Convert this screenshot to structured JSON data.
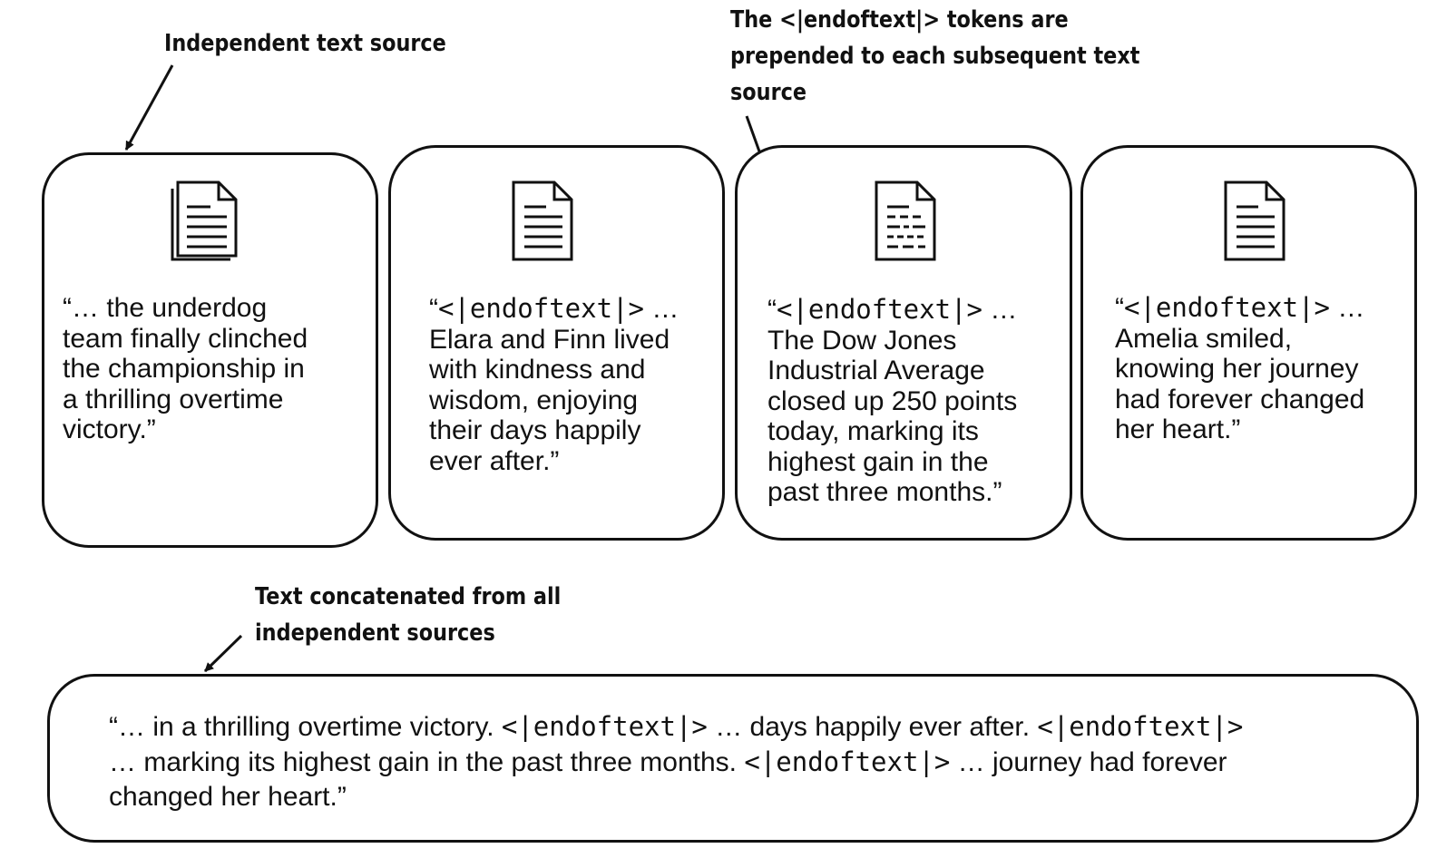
{
  "annotations": {
    "independent_source": "Independent text source",
    "eot_prepended": [
      "The <|endoftext|> tokens are",
      "prepended to each subsequent text",
      "source"
    ],
    "concatenated": [
      "Text concatenated from all",
      "independent sources"
    ]
  },
  "cards": [
    {
      "icon": "stacked-document-icon",
      "lines": [
        "“… the underdog",
        "team finally clinched",
        "the championship in",
        "a thrilling overtime",
        "victory.”"
      ]
    },
    {
      "icon": "document-icon",
      "token": "<|endoftext|>",
      "token_prefix": "“",
      "token_suffix": " …",
      "lines": [
        "Elara and Finn lived",
        "with kindness and",
        "wisdom, enjoying",
        "their days happily",
        "ever after.”"
      ]
    },
    {
      "icon": "document-dashed-lines-icon",
      "token": "<|endoftext|>",
      "token_prefix": "“",
      "token_suffix": " …",
      "lines": [
        "The Dow Jones",
        "Industrial Average",
        "closed up 250 points",
        "today, marking its",
        "highest gain in the",
        "past three months.”"
      ]
    },
    {
      "icon": "document-icon",
      "token": "<|endoftext|>",
      "token_prefix": "“",
      "token_suffix": " …",
      "lines": [
        "Amelia smiled,",
        "knowing her journey",
        "had forever changed",
        "her heart.”"
      ]
    }
  ],
  "concatenated_text": {
    "token": "<|endoftext|>",
    "line1": {
      "a": "“… in a thrilling overtime victory. ",
      "b": " … days happily ever after. "
    },
    "line2": {
      "a": "… marking its highest gain in the past three months. ",
      "b": " … journey had forever"
    },
    "line3": "changed her heart.”"
  }
}
